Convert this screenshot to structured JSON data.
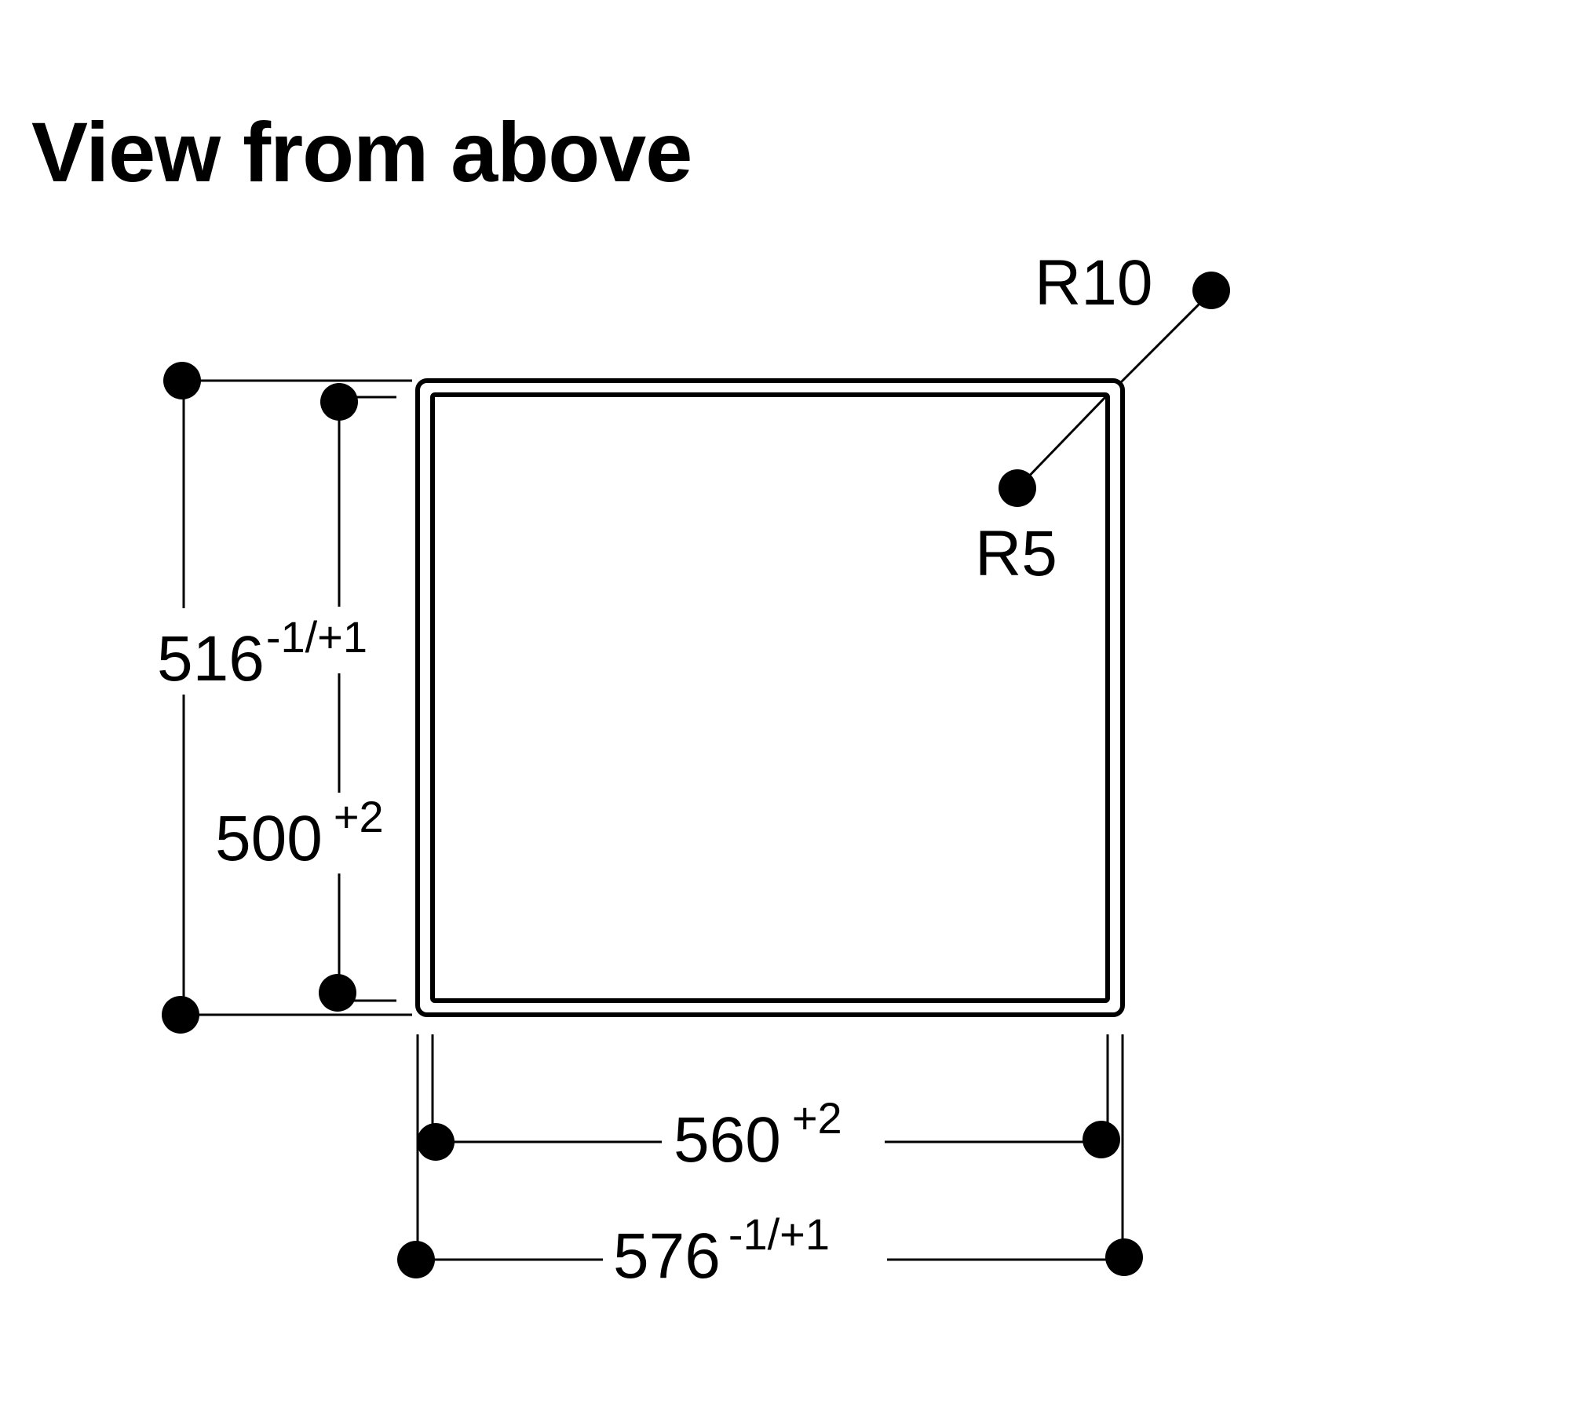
{
  "title": "View from above",
  "dimensions": {
    "outer_height": {
      "value": "516",
      "tolerance": "-1/+1"
    },
    "inner_height": {
      "value": "500",
      "tolerance": "+2"
    },
    "inner_width": {
      "value": "560",
      "tolerance": "+2"
    },
    "outer_width": {
      "value": "576",
      "tolerance": "-1/+1"
    },
    "outer_radius": "R10",
    "inner_radius": "R5"
  }
}
